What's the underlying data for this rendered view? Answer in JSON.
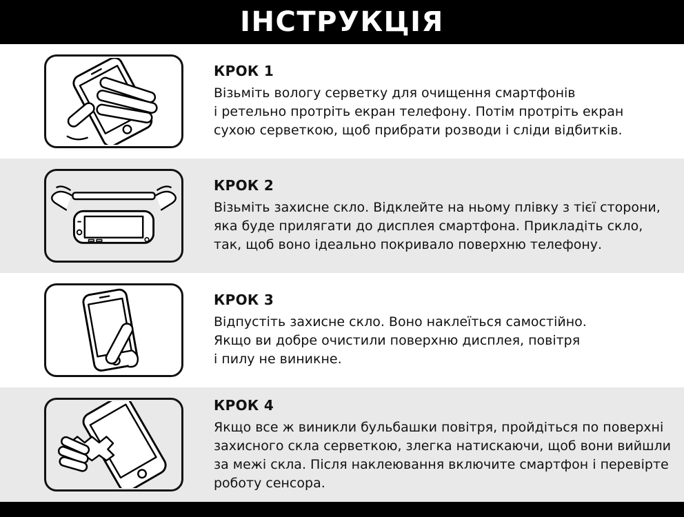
{
  "page": {
    "title": "ІНСТРУКЦІЯ"
  },
  "colors": {
    "bar": "#000000",
    "row_alt": "#e9e9e9",
    "text": "#111111"
  },
  "steps": [
    {
      "title": "КРОК 1",
      "icon": "clean-screen-icon",
      "body": "Візьміть вологу серветку для очищення смартфонів\nі ретельно протріть екран телефону. Потім протріть екран\nсухою серветкою, щоб прибрати розводи і сліди відбитків."
    },
    {
      "title": "КРОК 2",
      "icon": "apply-glass-icon",
      "body": "Візьміть захисне скло. Відклейте на ньому плівку з тієї сторони,\nяка буде прилягати до дисплея смартфона. Прикладіть скло,\nтак, щоб воно ідеально покривало поверхню телефону."
    },
    {
      "title": "КРОК 3",
      "icon": "press-glass-icon",
      "body": "Відпустіть захисне скло. Воно наклеїться самостійно.\nЯкщо ви добре очистили поверхню дисплея, повітря\nі пилу не виникне."
    },
    {
      "title": "КРОК 4",
      "icon": "wipe-bubbles-icon",
      "body": "Якщо все ж виникли бульбашки повітря, пройдіться по поверхні\nзахисного скла серветкою, злегка натискаючи, щоб вони вийшли\nза межі скла. Після наклеювання включите смартфон і перевірте\nроботу сенсора."
    }
  ]
}
